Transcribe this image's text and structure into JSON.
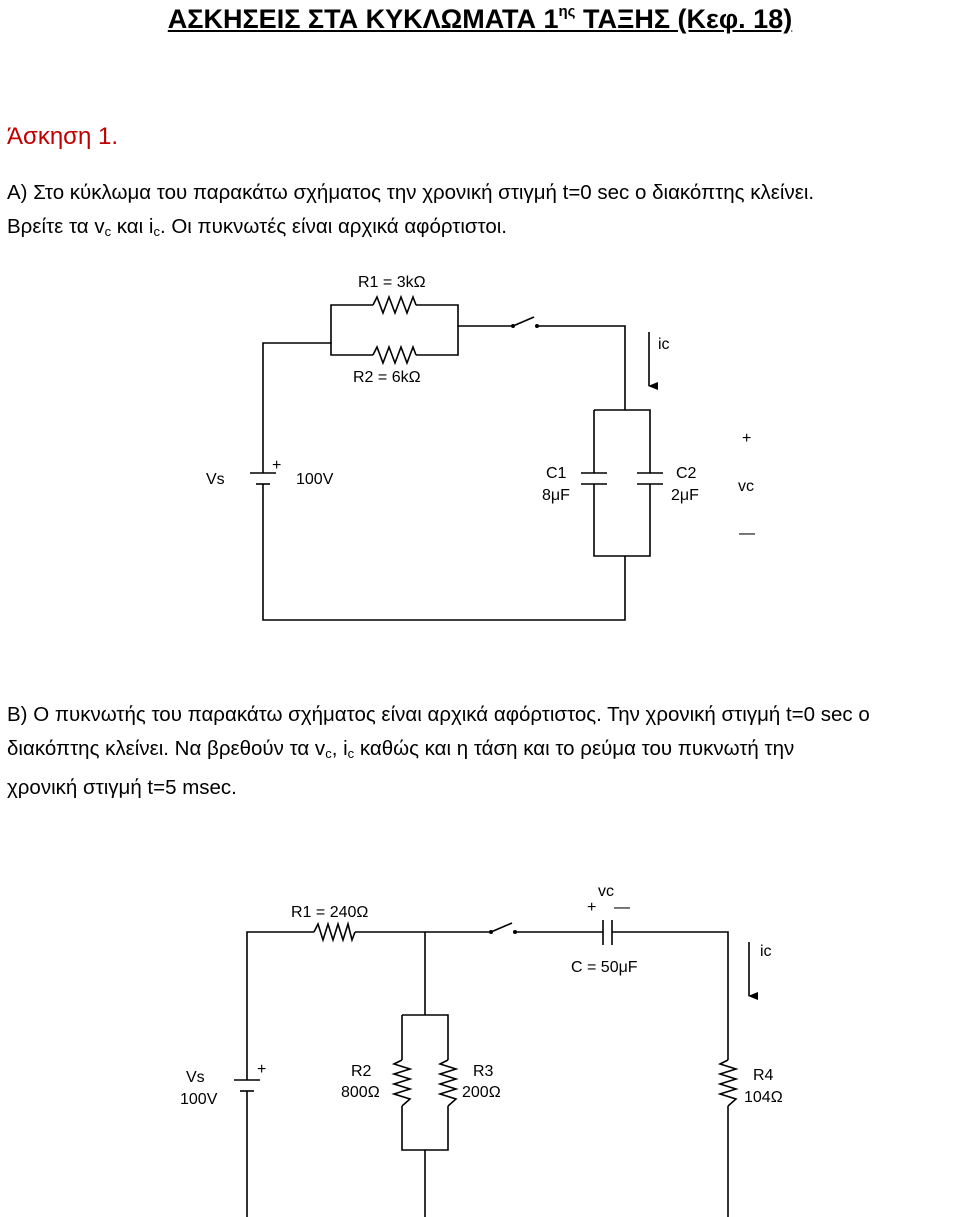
{
  "title": {
    "main": "ΑΣΚΗΣΕΙΣ ΣΤΑ ΚΥΚΛΩΜΑΤΑ 1",
    "sup": "ης",
    "rest": " ΤΑΞΗΣ (Κεφ. 18)"
  },
  "exercise_heading": "Άσκηση 1.",
  "partA": {
    "line1": "Α) Στο κύκλωμα του παρακάτω σχήματος την χρονική στιγμή t=0 sec ο διακόπτης κλείνει.",
    "l2a": "Βρείτε τα v",
    "sub": "c",
    "l2b": " και i",
    "l2c": ". Οι πυκνωτές είναι αρχικά αφόρτιστοι."
  },
  "partB": {
    "l1": "Β) Ο πυκνωτής του παρακάτω σχήματος είναι αρχικά αφόρτιστος. Την χρονική στιγμή t=0 sec ο",
    "l2a": "διακόπτης κλείνει. Να βρεθούν τα v",
    "sub": "c",
    "l2b": ", i",
    "l2c": " καθώς και η τάση και το ρεύμα του πυκνωτή την",
    "l3": "χρονική στιγμή t=5 msec."
  },
  "circuit1": {
    "r1": "R1 = 3kΩ",
    "r2": "R2 = 6kΩ",
    "ic": "ic",
    "vs": "Vs",
    "vs_value": "100V",
    "c1": "C1",
    "c1_value": "8μF",
    "c2": "C2",
    "c2_value": "2μF",
    "plus": "+",
    "vc": "vc",
    "minus": "—"
  },
  "circuit2": {
    "r1": "R1 = 240Ω",
    "vc": "vc",
    "cap": "C = 50μF",
    "ic": "ic",
    "vs": "Vs",
    "vs_value": "100V",
    "r2": "R2",
    "r2_value": "800Ω",
    "r3": "R3",
    "r3_value": "200Ω",
    "r4": "R4",
    "r4_value": "104Ω"
  }
}
